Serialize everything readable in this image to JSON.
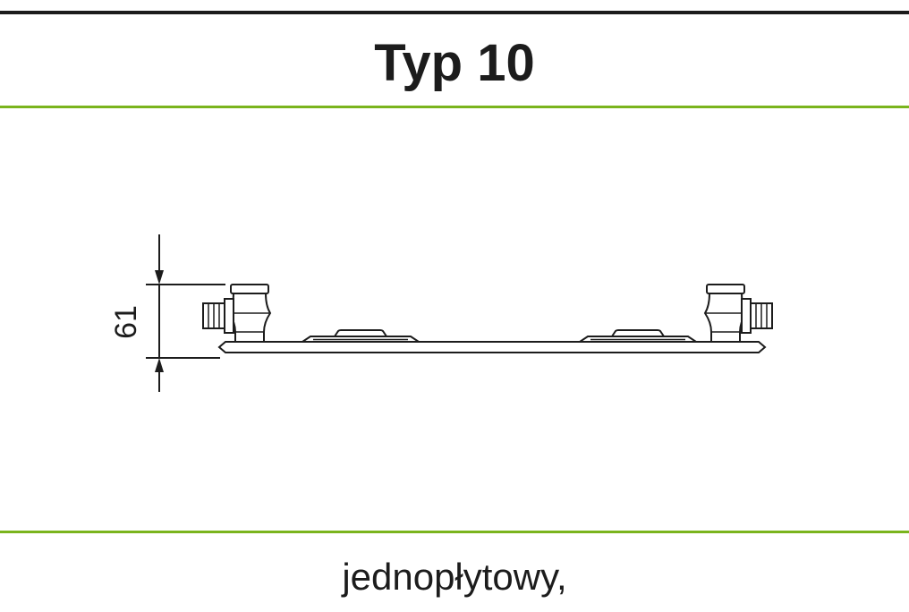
{
  "page": {
    "title": "Typ 10",
    "caption": "jednopłytowy,"
  },
  "drawing": {
    "dimension_depth_label": "61"
  },
  "colors": {
    "accent_green": "#7ab41d",
    "line_black": "#1c1c1c"
  }
}
